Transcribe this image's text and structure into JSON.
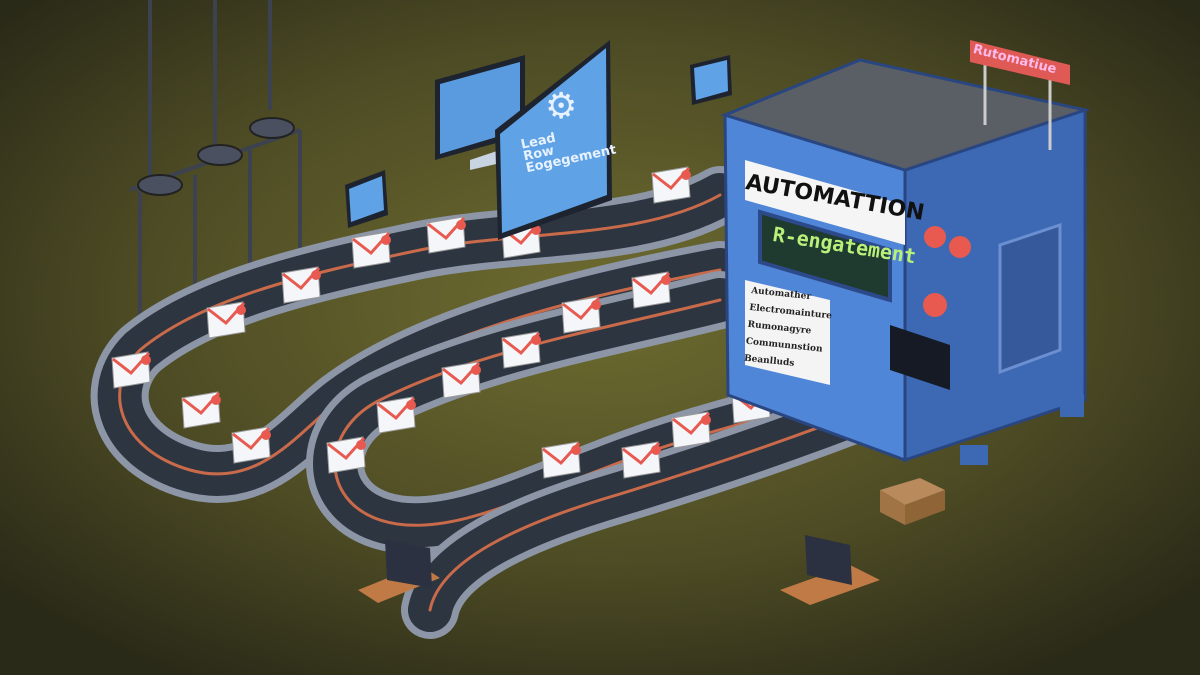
{
  "colors": {
    "background_center": "#6e6c30",
    "background_edge": "#2a2a18",
    "machine_blue": "#4f86d8",
    "machine_side": "#3c68b4",
    "belt": "#2d3540",
    "rail": "#8d96a6",
    "accent_red": "#e85a4f",
    "envelope": "#f4f6fa"
  },
  "machine": {
    "title": "AUTOMATTION",
    "display": "R-engatement",
    "panel_lines": [
      "Automather",
      "Electromainture",
      "Rumonagyre",
      "Communnstion",
      "Beanlluds"
    ]
  },
  "sign": {
    "text": "Rutomatiue"
  },
  "monitor": {
    "lines": [
      "Lead",
      "Row",
      "Eogegement"
    ]
  },
  "icons": [
    "envelope-icon",
    "gear-icon",
    "notification-badge-icon",
    "magnet-icon",
    "arrow-up-icon"
  ]
}
